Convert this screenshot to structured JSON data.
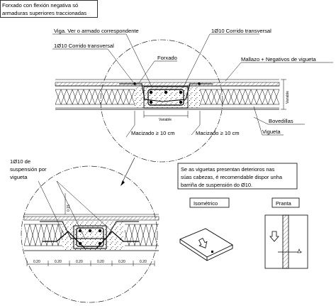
{
  "title": {
    "line1": "Forxado con flexión negativa só",
    "line2": "armaduras superiores traccionadas"
  },
  "top_detail": {
    "label_beam": "Viga. Ver o armado correspondente",
    "label_transverse_right": "1Ø10 Corrido transversal",
    "label_transverse_left": "1Ø10 Corrido transversal",
    "label_forxado": "Forxado",
    "label_mesh": "Mallazo + Negativos de vigueta",
    "label_variable_bottom": "Variable",
    "label_variable_side": "Variable",
    "label_macizado_left": "Macizado ≥ 10 cm",
    "label_macizado_right": "Macizado ≥ 10 cm",
    "label_bovedillas": "Bovedillas",
    "label_vigueta": "Vigueta"
  },
  "bottom_detail": {
    "label_suspension_line1": "1Ø10 de",
    "label_suspension_line2": "suspensión por",
    "label_suspension_line3": "vigueta",
    "dim_vertical": "0.15",
    "dims": [
      "0.20",
      "0.20",
      "0.20",
      "0.20",
      "0.20",
      "0.20"
    ]
  },
  "note": {
    "line1": "Se as viguetas presentan deterioros nas",
    "line2": "súas cabezas, é recomendable dispor unha",
    "line3": "barriña de suspensión do Ø10."
  },
  "views": {
    "isometric": "Isométrico",
    "plan": "Pranta"
  }
}
